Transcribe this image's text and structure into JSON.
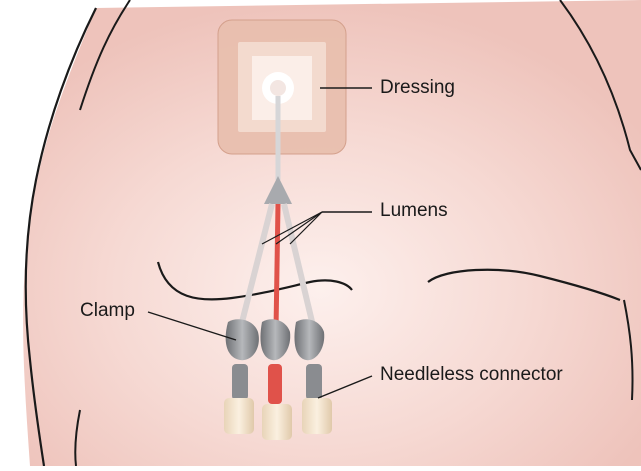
{
  "labels": {
    "dressing": "Dressing",
    "lumens": "Lumens",
    "clamp": "Clamp",
    "needleless_connector": "Needleless connector"
  },
  "colors": {
    "skin": "#f2ccc6",
    "skin_light": "#fbeae6",
    "outline": "#1a1a1a",
    "dressing": "#e6b8a6",
    "lumen_red": "#e0524a",
    "clamp_gray": "#8a8c90"
  }
}
